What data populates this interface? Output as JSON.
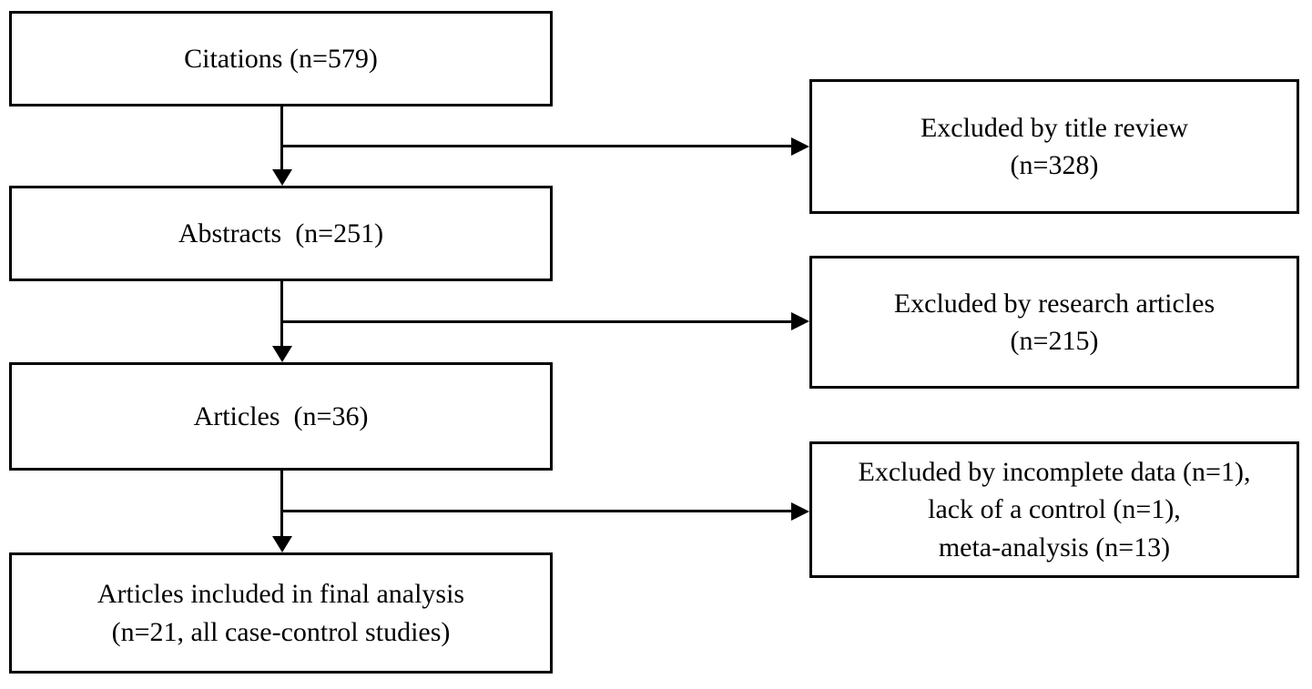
{
  "flowchart": {
    "main_boxes": [
      {
        "id": "citations",
        "label": "Citations (n=579)"
      },
      {
        "id": "abstracts",
        "label": "Abstracts  (n=251)"
      },
      {
        "id": "articles",
        "label": "Articles  (n=36)"
      },
      {
        "id": "final-analysis",
        "label": "Articles included in final analysis\n(n=21, all case-control studies)"
      }
    ],
    "excluded_boxes": [
      {
        "id": "excluded-title-review",
        "label": "Excluded by title review\n(n=328)"
      },
      {
        "id": "excluded-research-articles",
        "label": "Excluded by research articles\n(n=215)"
      },
      {
        "id": "excluded-other-reasons",
        "label": "Excluded by incomplete data (n=1),\nlack of a control (n=1),\nmeta-analysis (n=13)"
      }
    ],
    "colors": {
      "border": "#000000",
      "text": "#000000",
      "background": "#ffffff"
    }
  }
}
